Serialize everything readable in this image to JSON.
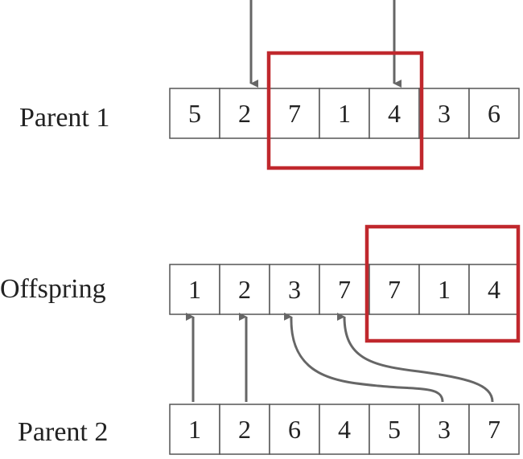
{
  "rows": [
    {
      "label": "Parent 1",
      "cells": [
        "5",
        "2",
        "7",
        "1",
        "4",
        "3",
        "6"
      ]
    },
    {
      "label": "Offspring",
      "cells": [
        "1",
        "2",
        "3",
        "7",
        "7",
        "1",
        "4"
      ]
    },
    {
      "label": "Parent 2",
      "cells": [
        "1",
        "2",
        "6",
        "4",
        "5",
        "3",
        "7"
      ]
    }
  ],
  "colors": {
    "highlight": "#c0282d",
    "arrow": "#666666",
    "cell_border": "#555555",
    "text": "#222222"
  }
}
